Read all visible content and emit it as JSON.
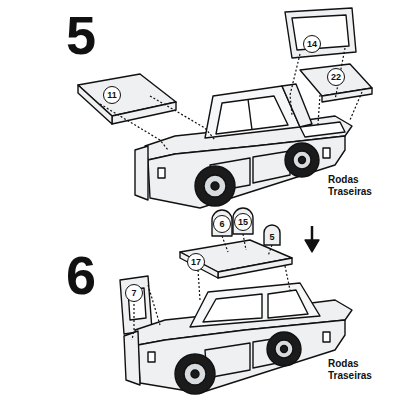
{
  "diagram": {
    "nodes": [
      {
        "text": [
          "14"
        ]
      },
      {
        "text": [
          "22"
        ]
      },
      {
        "text": [
          "11"
        ]
      },
      {
        "text": [
          "6"
        ]
      },
      {
        "text": [
          "15"
        ]
      },
      {
        "text": [
          "5"
        ]
      },
      {
        "text": [
          "17"
        ]
      },
      {
        "text": [
          "7"
        ]
      }
    ],
    "labels": [
      "5",
      "Rodas Traseiras",
      "6",
      "Rodas Traseiras"
    ]
  }
}
